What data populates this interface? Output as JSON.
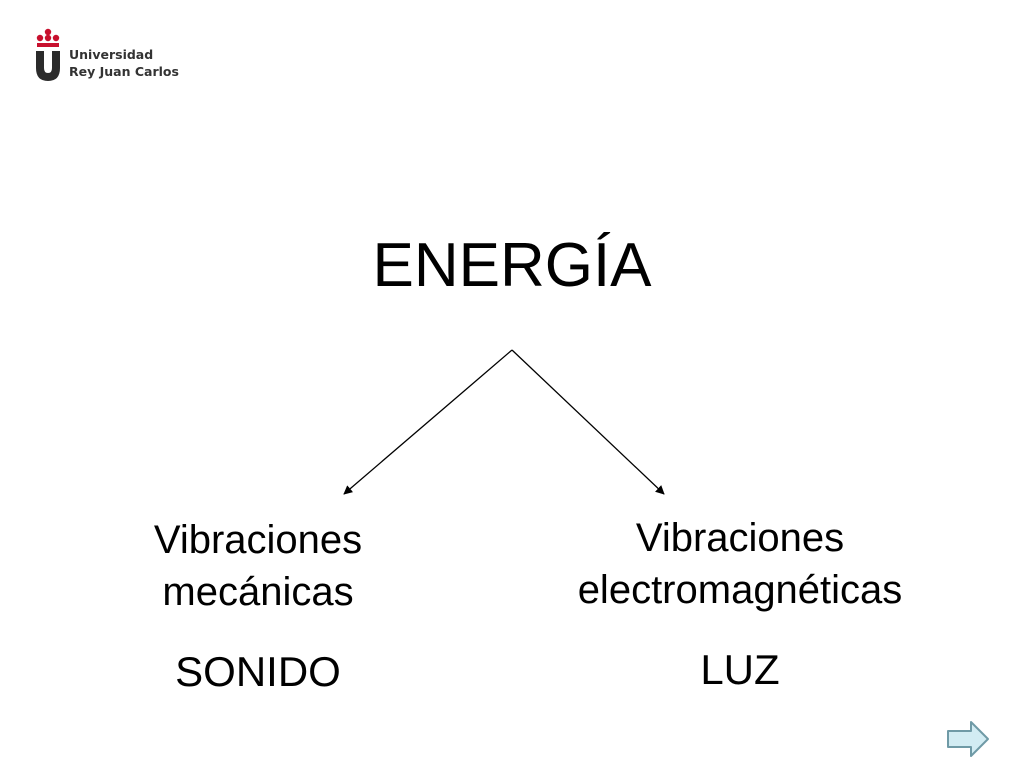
{
  "logo": {
    "line1": "Universidad",
    "line2": "Rey Juan Carlos",
    "icon": "urjc-logo-icon",
    "colors": {
      "red": "#c8102e",
      "dark": "#2b2b2b"
    }
  },
  "diagram": {
    "title": "ENERGÍA",
    "branches": [
      {
        "label_line1": "Vibraciones",
        "label_line2": "mecánicas",
        "value": "SONIDO"
      },
      {
        "label_line1": "Vibraciones",
        "label_line2": "electromagnéticas",
        "value": "LUZ"
      }
    ]
  },
  "navigation": {
    "next_icon": "right-arrow-icon",
    "colors": {
      "fill": "#d2ecf3",
      "stroke": "#6f9aa6"
    }
  }
}
